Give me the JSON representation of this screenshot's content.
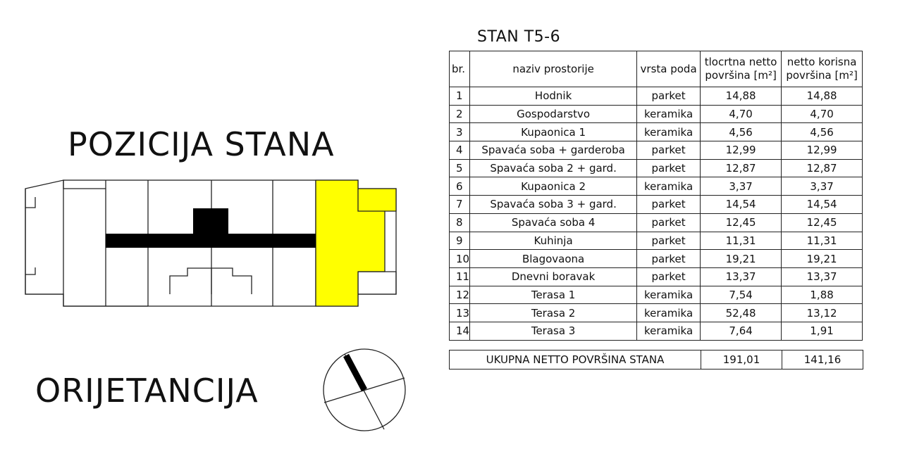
{
  "position_heading": "POZICIJA STANA",
  "orientation_heading": "ORIJETANCIJA",
  "apartment_title": "STAN T5-6",
  "colors": {
    "highlight": "#ffff00",
    "line": "#222222",
    "core": "#000000"
  },
  "table": {
    "headers": {
      "no": "br.",
      "room_name": "naziv prostorije",
      "floor_type": "vrsta poda",
      "gross_area": "tlocrtna netto površina [m²]",
      "net_area": "netto korisna površina [m²]"
    },
    "rows": [
      {
        "no": "1",
        "name": "Hodnik",
        "floor": "parket",
        "gross": "14,88",
        "net": "14,88"
      },
      {
        "no": "2",
        "name": "Gospodarstvo",
        "floor": "keramika",
        "gross": "4,70",
        "net": "4,70"
      },
      {
        "no": "3",
        "name": "Kupaonica 1",
        "floor": "keramika",
        "gross": "4,56",
        "net": "4,56"
      },
      {
        "no": "4",
        "name": "Spavaća soba + garderoba",
        "floor": "parket",
        "gross": "12,99",
        "net": "12,99"
      },
      {
        "no": "5",
        "name": "Spavaća soba 2 + gard.",
        "floor": "parket",
        "gross": "12,87",
        "net": "12,87"
      },
      {
        "no": "6",
        "name": "Kupaonica 2",
        "floor": "keramika",
        "gross": "3,37",
        "net": "3,37"
      },
      {
        "no": "7",
        "name": "Spavaća soba 3 + gard.",
        "floor": "parket",
        "gross": "14,54",
        "net": "14,54"
      },
      {
        "no": "8",
        "name": "Spavaća soba 4",
        "floor": "parket",
        "gross": "12,45",
        "net": "12,45"
      },
      {
        "no": "9",
        "name": "Kuhinja",
        "floor": "parket",
        "gross": "11,31",
        "net": "11,31"
      },
      {
        "no": "10",
        "name": "Blagovaona",
        "floor": "parket",
        "gross": "19,21",
        "net": "19,21"
      },
      {
        "no": "11",
        "name": "Dnevni boravak",
        "floor": "parket",
        "gross": "13,37",
        "net": "13,37"
      },
      {
        "no": "12",
        "name": "Terasa 1",
        "floor": "keramika",
        "gross": "7,54",
        "net": "1,88"
      },
      {
        "no": "13",
        "name": "Terasa 2",
        "floor": "keramika",
        "gross": "52,48",
        "net": "13,12"
      },
      {
        "no": "14",
        "name": "Terasa 3",
        "floor": "keramika",
        "gross": "7,64",
        "net": "1,91"
      }
    ],
    "total": {
      "label": "UKUPNA NETTO POVRŠINA STANA",
      "gross": "191,01",
      "net": "141,16"
    }
  }
}
